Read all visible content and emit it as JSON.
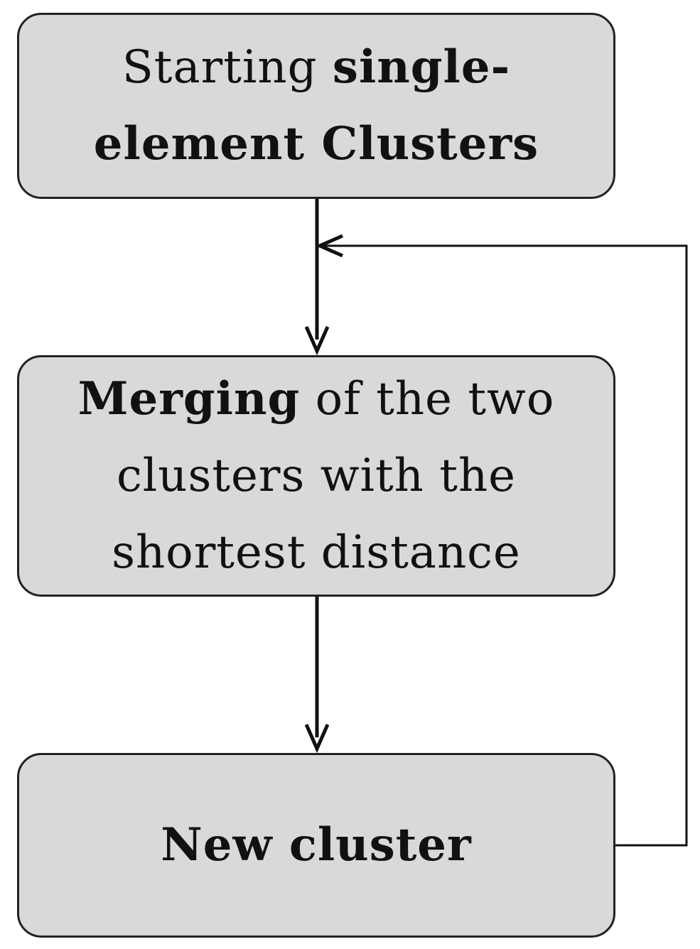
{
  "nodes": [
    {
      "id": "start",
      "lines": [
        [
          {
            "text": "Starting ",
            "bold": false
          },
          {
            "text": "single-",
            "bold": true
          }
        ],
        [
          {
            "text": "element Clusters",
            "bold": true
          }
        ]
      ]
    },
    {
      "id": "merge",
      "lines": [
        [
          {
            "text": "Merging",
            "bold": true
          },
          {
            "text": " of the two",
            "bold": false
          }
        ],
        [
          {
            "text": "clusters with the",
            "bold": false
          }
        ],
        [
          {
            "text": "shortest distance",
            "bold": false
          }
        ]
      ]
    },
    {
      "id": "new",
      "lines": [
        [
          {
            "text": "New cluster",
            "bold": true
          }
        ]
      ]
    }
  ],
  "edges": [
    {
      "from": "start",
      "to": "merge"
    },
    {
      "from": "merge",
      "to": "new"
    },
    {
      "from": "new",
      "to": "merge",
      "loop": true
    }
  ],
  "colors": {
    "box_fill": "#d9d9d9",
    "box_border": "#222222",
    "arrow": "#111111"
  }
}
